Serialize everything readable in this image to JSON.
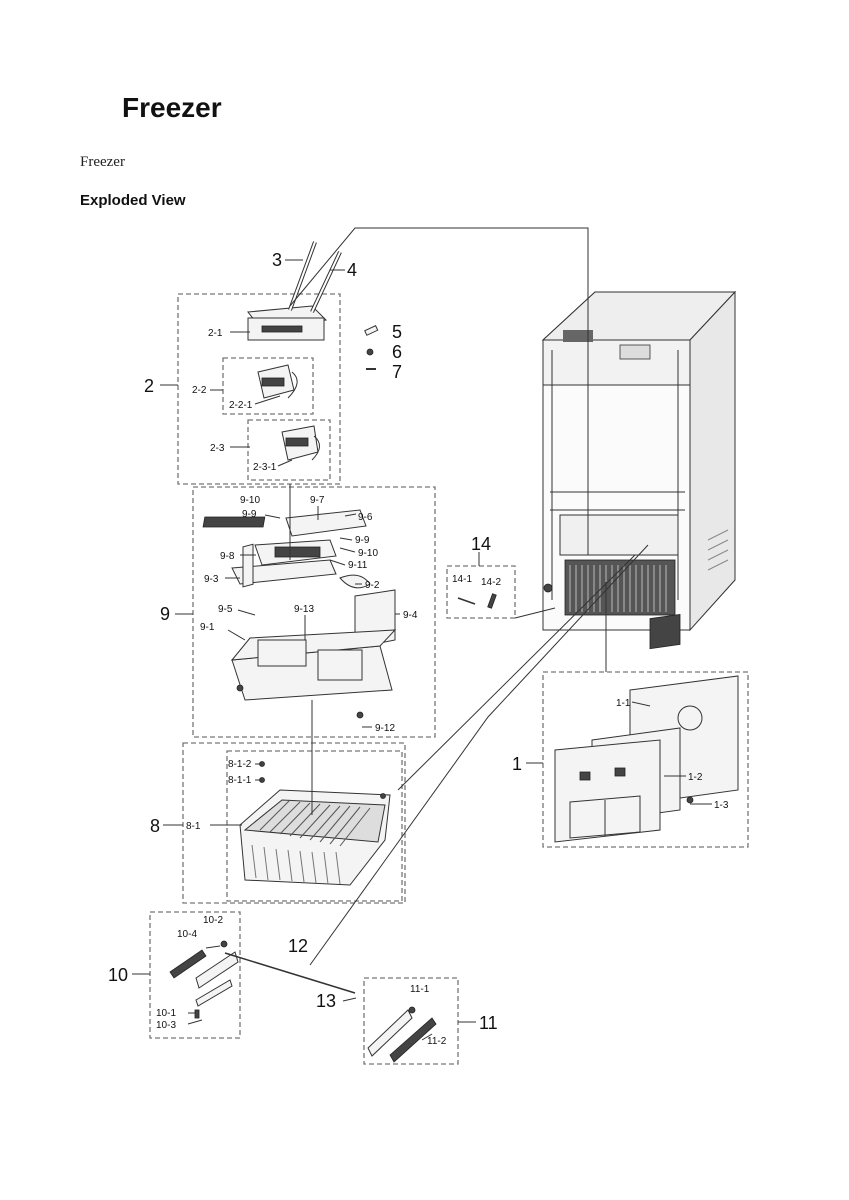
{
  "title": "Freezer",
  "subtitle": "Freezer",
  "heading": "Exploded View",
  "labels": {
    "p1": "1",
    "p1_1": "1-1",
    "p1_2": "1-2",
    "p1_3": "1-3",
    "p2": "2",
    "p2_1": "2-1",
    "p2_2": "2-2",
    "p2_2_1": "2-2-1",
    "p2_3": "2-3",
    "p2_3_1": "2-3-1",
    "p3": "3",
    "p4": "4",
    "p5": "5",
    "p6": "6",
    "p7": "7",
    "p8": "8",
    "p8_1": "8-1",
    "p8_1_1": "8-1-1",
    "p8_1_2": "8-1-2",
    "p9": "9",
    "p9_1": "9-1",
    "p9_2": "9-2",
    "p9_3": "9-3",
    "p9_4": "9-4",
    "p9_5": "9-5",
    "p9_6": "9-6",
    "p9_7": "9-7",
    "p9_8": "9-8",
    "p9_9a": "9-9",
    "p9_9b": "9-9",
    "p9_10a": "9-10",
    "p9_10b": "9-10",
    "p9_11": "9-11",
    "p9_12": "9-12",
    "p9_13": "9-13",
    "p10": "10",
    "p10_1": "10-1",
    "p10_2": "10-2",
    "p10_3": "10-3",
    "p10_4": "10-4",
    "p11": "11",
    "p11_1": "11-1",
    "p11_2": "11-2",
    "p12": "12",
    "p13": "13",
    "p14": "14",
    "p14_1": "14-1",
    "p14_2": "14-2"
  }
}
